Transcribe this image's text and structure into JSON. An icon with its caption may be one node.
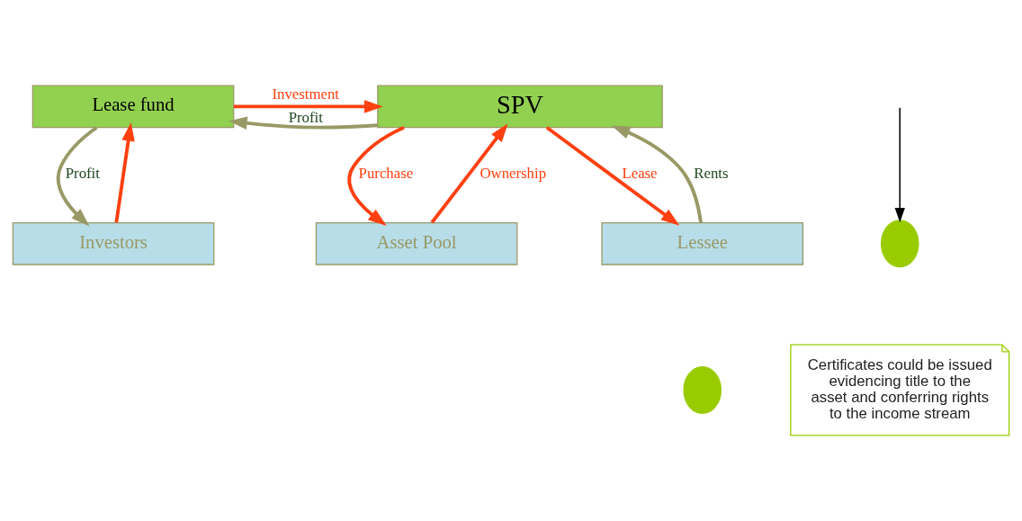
{
  "diagram": {
    "nodes": [
      {
        "text": [
          "Lease fund"
        ]
      },
      {
        "text": [
          "SPV"
        ]
      },
      {
        "text": [
          "Investors"
        ]
      },
      {
        "text": [
          "Asset Pool"
        ]
      },
      {
        "text": [
          "Lessee"
        ]
      },
      {
        "text": [],
        "shape": "circle"
      },
      {
        "text": [
          "Certificates could be issued evidencing title to the asset and conferring rights to the income stream"
        ]
      },
      {
        "text": [],
        "shape": "circle"
      }
    ],
    "edges": [
      {
        "from": 1,
        "to": 0,
        "arrow": "to",
        "label": "Profit",
        "color": "#999966"
      },
      {
        "from": 0,
        "to": 1,
        "arrow": "to",
        "label": "Investment"
      },
      {
        "from": 0,
        "to": 2,
        "arrow": "to",
        "label": "Profit",
        "color": "#999966"
      },
      {
        "from": 2,
        "to": 0,
        "arrow": "to"
      },
      {
        "from": 1,
        "to": 3,
        "arrow": "to",
        "label": "Purchase"
      },
      {
        "from": 3,
        "to": 1,
        "arrow": "to",
        "label": "Ownership"
      },
      {
        "from": 1,
        "to": 4,
        "arrow": "to",
        "label": "Lease"
      },
      {
        "from": 4,
        "to": 1,
        "arrow": "to",
        "label": "Rents",
        "color": "#999966"
      },
      {
        "from": null,
        "to": 5,
        "arrow": "to",
        "color": "#000000"
      }
    ]
  }
}
